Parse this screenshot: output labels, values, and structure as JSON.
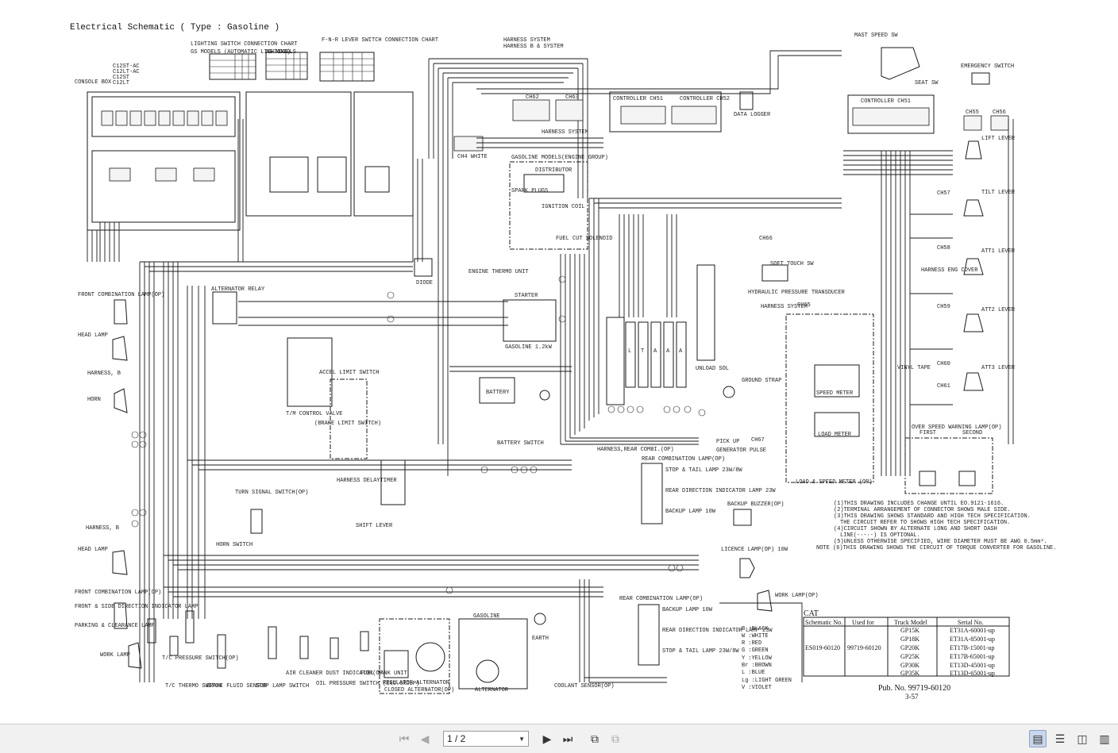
{
  "document": {
    "title": "Electrical Schematic ( Type : Gasoline )",
    "console_labels": [
      "C12ST-AC",
      "C12LT-AC",
      "C12ST",
      "C12LT"
    ],
    "console_box": "CONSOLE BOX",
    "header_notes": [
      "LIGHTING SWITCH CONNECTION CHART",
      "GS MODELS (AUTOMATIC LIGHTING)",
      "NS MODELS",
      "F-N-R LEVER SWITCH CONNECTION CHART"
    ],
    "components": {
      "mast_speed_sw": "MAST SPEED SW",
      "emergency_switch": "EMERGENCY SWITCH",
      "seat_sw": "SEAT SW",
      "ch_white": "CH4 WHITE",
      "ch62": "CH62",
      "ch63": "CH63",
      "controller_ch51": "CONTROLLER CH51",
      "controller_ch52": "CONTROLLER CH52",
      "data_logger": "DATA LOGGER",
      "controller_ch51b": "CONTROLLER CH51",
      "ch55": "CH55",
      "ch56": "CH56",
      "harness_system": "HARNESS SYSTEM",
      "gasoline_models": "GASOLINE MODELS(ENGINE GROUP)",
      "distributor": "DISTRIBUTOR",
      "spark_plugs": "SPARK PLUGS",
      "ignition_coil": "IGNITION COIL",
      "fuel_cut_solenoid": "FUEL CUT SOLENOID",
      "lift_lever": "LIFT LEVER",
      "tilt_lever": "TILT LEVER",
      "ch57": "CH57",
      "ch58": "CH58",
      "ch59": "CH59",
      "att1_lever": "ATT1 LEVER",
      "att2_lever": "ATT2 LEVER",
      "att3_lever": "ATT3 LEVER",
      "harness_egl": "HARNESS ENG COVER",
      "front_combination_lamp": "FRONT COMBINATION LAMP(OP)",
      "alternator_relay": "ALTERNATOR RELAY",
      "head_lamp": "HEAD LAMP",
      "harness_b": "HARNESS, B",
      "horn": "HORN",
      "diode": "DIODE",
      "engine_thermo_unit": "ENGINE THERMO UNIT",
      "starter": "STARTER",
      "gasoline_12w": "GASOLINE 1.2kW",
      "accel_limit_switch": "ACCEL LIMIT SWITCH",
      "tm_control_valve": "T/M CONTROL VALVE",
      "brake_limit_switch": "(BRAKE LIMIT SWITCH)",
      "battery": "BATTERY",
      "battery_switch": "BATTERY SWITCH",
      "harness_delaytimer": "HARNESS DELAYTIMER",
      "shift_lever": "SHIFT LEVER",
      "turn_signal_switch": "TURN SIGNAL SWITCH(OP)",
      "horn_switch": "HORN SWITCH",
      "unload_sol": "UNLOAD SOL",
      "ground_strap": "GROUND STRAP",
      "pick_up": "PICK UP",
      "ch67": "CH67",
      "generator_pulse": "GENERATOR PULSE",
      "hydraulic_pressure_transducer": "HYDRAULIC PRESSURE TRANSDUCER",
      "harness_system2": "HARNESS SYSTEM",
      "soft_touch_sw": "SOFT TOUCH SW",
      "ch65": "CH65",
      "ch66": "CH66",
      "speed_meter": "SPEED METER",
      "load_meter": "LOAD METER",
      "vinyl_tape": "VINYL TAPE",
      "ch60": "CH60",
      "ch61": "CH61",
      "over_speed_lamp": "OVER SPEED WARNING LAMP(OP)",
      "first": "FIRST",
      "second": "SECOND",
      "load_speed_meter": "LOAD & SPEED METER (OP)",
      "rear_combination_lamp": "REAR COMBINATION LAMP(OP)",
      "stop_tail_lamp": "STOP & TAIL LAMP 23W/8W",
      "rear_direction_lamp": "REAR DIRECTION INDICATOR LAMP 23W",
      "backup_lamp": "BACKUP LAMP 10W",
      "backup_buzzer": "BACKUP BUZZER(OP)",
      "licence_lamp": "LICENCE LAMP(OP) 10W",
      "harness_rear": "HARNESS,REAR COMBI.(OP)",
      "work_lamp_r": "WORK LAMP(OP)",
      "rear_combination_lamp2": "REAR COMBINATION LAMP(OP)",
      "backup_lamp2": "BACKUP LAMP 10W",
      "rear_direction2": "REAR DIRECTION INDICATOR LAMP 23W",
      "stop_tail2": "STOP & TAIL LAMP 23W/8W",
      "harness_b2": "HARNESS, B",
      "head_lamp2": "HEAD LAMP",
      "front_combination2": "FRONT COMBINATION LAMP(OP)",
      "front_side_lamp": "FRONT & SIDE DIRECTION INDICATOR LAMP",
      "parking_clearance": "PARKING & CLEARANCE LAMP",
      "work_lamp_l": "WORK LAMP",
      "tpc_pressure": "T/C PRESSURE SWITCH(OP)",
      "tc_thermo": "T/C THERMO SWITCH",
      "brake_fluid": "BRAKE FLUID SENSOR",
      "stop_lamp_sw": "STOP LAMP SWITCH",
      "air_cleaner": "AIR CLEANER DUST INDICATOR(OP)",
      "oil_pressure": "OIL PRESSURE SWITCH (ENG.GROUP)",
      "fuel_tank": "FUEL TANK UNIT",
      "regulator": "REGULATOR",
      "closed_alternator": "CLOSED ALTERNATOR(OP)",
      "alternator": "ALTERNATOR",
      "alternator2": "ALTERNATOR",
      "gasoline_tag": "GASOLINE",
      "earth": "EARTH",
      "coolant_sensor": "COOLANT SENSOR(OP)"
    },
    "color_codes": [
      "B :BLACK",
      "W :WHITE",
      "R :RED",
      "G :GREEN",
      "Y :YELLOW",
      "Br :BROWN",
      "L :BLUE",
      "Lg :LIGHT GREEN",
      "V :VIOLET"
    ],
    "notes": [
      "(1)THIS DRAWING INCLUDES CHANGE UNTIL EO.9121-1616.",
      "(2)TERMINAL ARRANGEMENT OF CONNECTOR SHOWS MALE SIDE.",
      "(3)THIS DRAWING SHOWS STANDARD AND HIGH TECH SPECIFICATION.",
      "THE CIRCUIT REFER TO SHOWS HIGH TECH SPECIFICATION.",
      "(4)CIRCUIT SHOWN BY ALTERNATE LONG AND SHORT DASH",
      "LINE(-·-·-) IS OPTIONAL.",
      "(5)UNLESS OTHERWISE SPECIFIED, WIRE DIAMETER MUST BE AWG 0.5mm².",
      "NOTE (6)THIS DRAWING SHOWS THE CIRCUIT OF TORQUE CONVERTER FOR GASOLINE."
    ],
    "cat_table": {
      "brand": "CAT",
      "headers": [
        "Schematic No.",
        "Used for",
        "Truck Model",
        "Serial No."
      ],
      "schematic_no": "ES019-60120",
      "used_for": "99719-60120",
      "rows": [
        {
          "model": "GP15K",
          "serial": "ET31A-60001-up"
        },
        {
          "model": "GP18K",
          "serial": "ET31A-85001-up"
        },
        {
          "model": "GP20K",
          "serial": "ET17B-15001-up"
        },
        {
          "model": "GP25K",
          "serial": "ET17B-65001-up"
        },
        {
          "model": "GP30K",
          "serial": "ET13D-45001-up"
        },
        {
          "model": "GP35K",
          "serial": "ET13D-65001-up"
        }
      ]
    },
    "pub_no": "Pub. No. 99719-60120",
    "page_ref": "3-57"
  },
  "toolbar": {
    "page_indicator": "1 / 2",
    "icons": {
      "first": "first-page-icon",
      "prev": "prev-page-icon",
      "next": "next-page-icon",
      "last": "last-page-icon",
      "back": "history-back-icon",
      "forward": "history-forward-icon",
      "single": "single-page-view-icon",
      "continuous": "continuous-view-icon",
      "facing": "facing-view-icon",
      "facing_cont": "facing-continuous-view-icon"
    }
  }
}
